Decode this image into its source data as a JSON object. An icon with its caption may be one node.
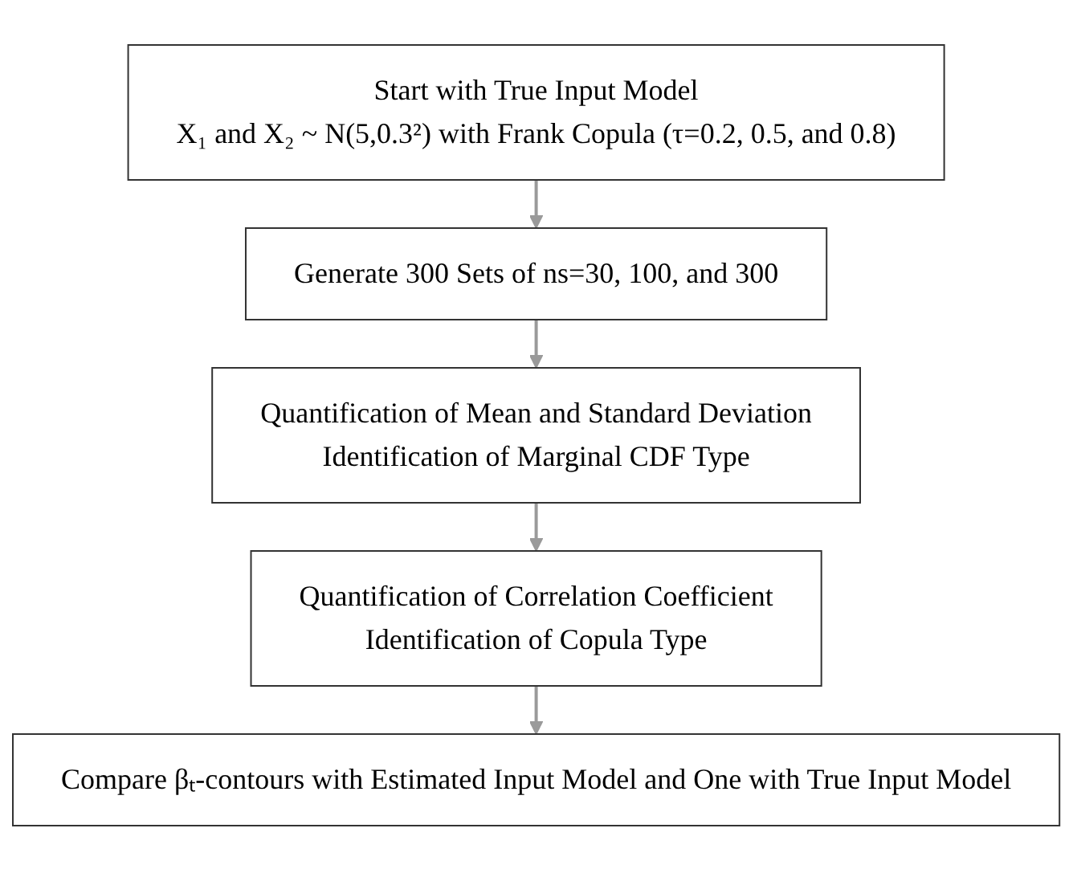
{
  "diagram": {
    "nodes": [
      {
        "text": [
          "Start with True Input Model",
          "X₁ and X₂ ~ N(5,0.3²) with Frank Copula (τ=0.2, 0.5, and 0.8)"
        ]
      },
      {
        "text": [
          "Generate 300 Sets of ns=30, 100, and 300"
        ]
      },
      {
        "text": [
          "Quantification of Mean and Standard Deviation",
          "Identification of Marginal CDF Type"
        ]
      },
      {
        "text": [
          "Quantification of Correlation Coefficient",
          "Identification of Copula Type"
        ]
      },
      {
        "text": [
          "Compare βₜ-contours with Estimated Input Model and One with True Input Model"
        ]
      }
    ],
    "edges": [
      {
        "from": 0,
        "to": 1,
        "arrow": "to"
      },
      {
        "from": 1,
        "to": 2,
        "arrow": "to"
      },
      {
        "from": 2,
        "to": 3,
        "arrow": "to"
      },
      {
        "from": 3,
        "to": 4,
        "arrow": "to"
      }
    ]
  }
}
